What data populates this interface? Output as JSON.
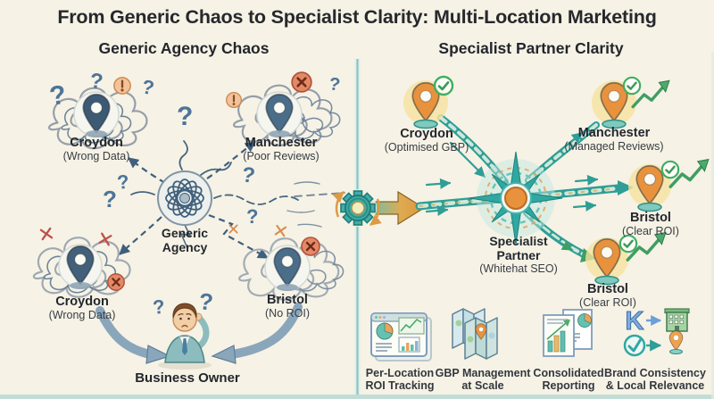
{
  "title": "From Generic Chaos to Specialist Clarity: Multi-Location Marketing",
  "left_panel": {
    "heading": "Generic Agency Chaos",
    "hub_line1": "Generic",
    "hub_line2": "Agency",
    "loc_tl_name": "Croydon",
    "loc_tl_note": "(Wrong Data)",
    "loc_tr_name": "Manchester",
    "loc_tr_note": "(Poor Reviews)",
    "loc_bl_name": "Croydon",
    "loc_bl_note": "(Wrong Data)",
    "loc_br_name": "Bristol",
    "loc_br_note": "(No ROI)",
    "owner": "Business Owner"
  },
  "right_panel": {
    "heading": "Specialist Partner Clarity",
    "hub_line1": "Specialist",
    "hub_line2": "Partner",
    "hub_line3": "(Whitehat SEO)",
    "loc_tl_name": "Croydon",
    "loc_tl_note": "(Optimised GBP)",
    "loc_tr_name": "Manchester",
    "loc_tr_note": "(Managed Reviews)",
    "loc_mr_name": "Bristol",
    "loc_mr_note": "(Clear ROI)",
    "loc_br_name": "Bristol",
    "loc_br_note": "(Clear ROI)",
    "features": [
      {
        "line1": "Per-Location",
        "line2": "ROI Tracking"
      },
      {
        "line1": "GBP Management",
        "line2": "at Scale"
      },
      {
        "line1": "Consolidated",
        "line2": "Reporting"
      },
      {
        "line1": "Brand Consistency",
        "line2": "& Local Relevance"
      }
    ]
  },
  "glyphs": {
    "question": "?",
    "k": "K"
  },
  "colors": {
    "background": "#f6f2e5",
    "navy": "#3e5a74",
    "teal": "#2fa7a2",
    "orange": "#e8923d",
    "green": "#3fae62",
    "red": "#c0504a",
    "glow": "#f5e6a3"
  }
}
